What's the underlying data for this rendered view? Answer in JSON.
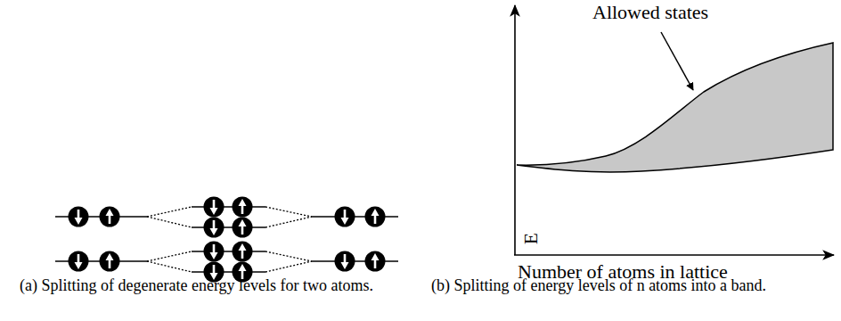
{
  "diagram": {
    "labels": [
      "Allowed states",
      "E",
      "Number of atoms in lattice",
      "(a) Splitting of degenerate energy levels for two atoms.",
      "(b) Splitting of energy levels of n atoms into a band."
    ]
  }
}
